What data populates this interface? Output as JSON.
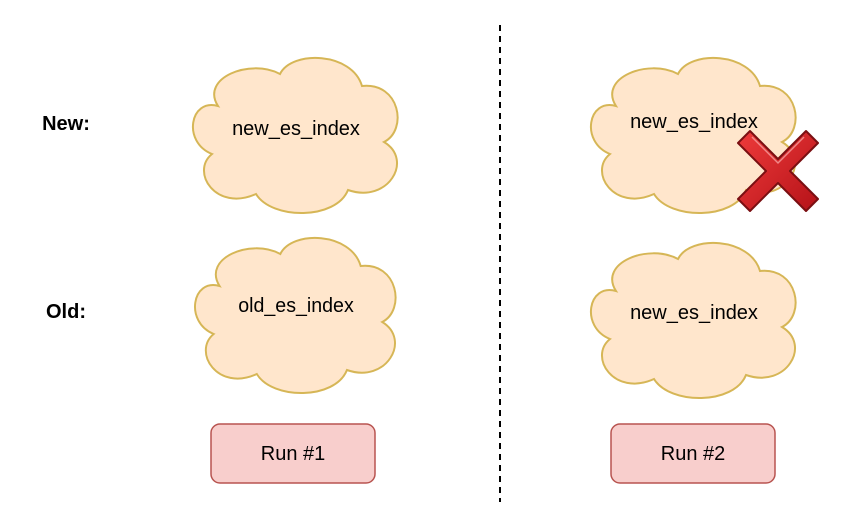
{
  "labels": {
    "new": "New:",
    "old": "Old:"
  },
  "runs": [
    {
      "label": "Run #1",
      "new_index": "new_es_index",
      "old_index": "old_es_index",
      "new_deleted": false
    },
    {
      "label": "Run #2",
      "new_index": "new_es_index",
      "old_index": "new_es_index",
      "new_deleted": true
    }
  ],
  "colors": {
    "cloud_fill": "#ffe6cc",
    "cloud_stroke": "#d6b656",
    "run_fill": "#f8cecc",
    "run_stroke": "#b85450",
    "cross_fill": "#d71920",
    "cross_stroke": "#7a0f12",
    "divider": "#000000"
  },
  "icons": {
    "delete": "red-x-cross-icon"
  }
}
